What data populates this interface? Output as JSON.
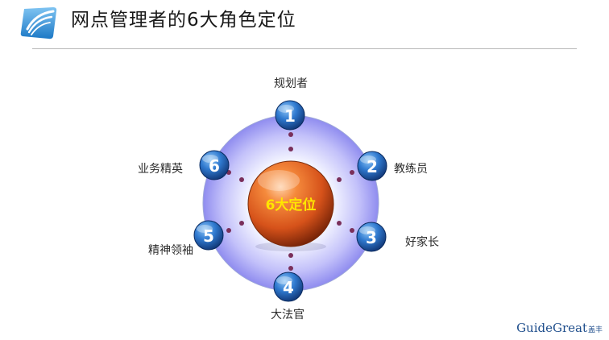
{
  "header": {
    "title": "网点管理者的6大角色定位"
  },
  "diagram": {
    "center_label": "6大定位",
    "roles": [
      {
        "number": "1",
        "label": "规划者"
      },
      {
        "number": "2",
        "label": "教练员"
      },
      {
        "number": "3",
        "label": "好家长"
      },
      {
        "number": "4",
        "label": "大法官"
      },
      {
        "number": "5",
        "label": "精神领袖"
      },
      {
        "number": "6",
        "label": "业务精英"
      }
    ],
    "colors": {
      "center_sphere": "#d5541a",
      "center_text": "#ffe600",
      "node_fill": "#1f5fb0",
      "ring_fill": "#9a97f2",
      "connector_dots": "#7a2f5a",
      "label_text": "#2b2b2b"
    }
  },
  "footer": {
    "brand_main": "GuideGreat",
    "brand_sub": "盖丰"
  }
}
